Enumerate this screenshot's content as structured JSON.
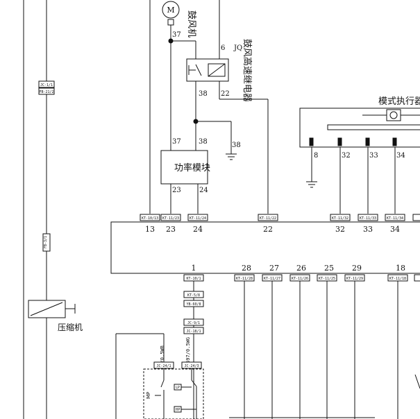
{
  "labels": {
    "blower_motor": "鼓风机",
    "high_speed_relay": "鼓风高速继电器",
    "relay_tag": "JQ",
    "motor_symbol": "M",
    "power_module": "功率模块",
    "mode_actuator": "模式执行器",
    "compressor": "压缩机",
    "mp": "MP",
    "lp": "LP",
    "hp": "HP"
  },
  "wire_numbers": {
    "w37_top": "37",
    "w6": "6",
    "w38_relay": "38",
    "w22_relay": "22",
    "w37_mod": "37",
    "w38_mod": "38",
    "w38_gnd": "38",
    "w23_mod": "23",
    "w24_mod": "24",
    "w8": "8",
    "w32": "32",
    "w33": "33",
    "w34": "34"
  },
  "left_connectors": [
    "JC-1/1",
    "FB-21/2",
    "FB-3/1"
  ],
  "ecu_top_connectors": [
    {
      "tag": "KT-10/13",
      "pin": "13"
    },
    {
      "tag": "KT-11/23",
      "pin": "23"
    },
    {
      "tag": "KT-11/24",
      "pin": "24"
    },
    {
      "tag": "KT-11/22",
      "pin": "22"
    },
    {
      "tag": "KT-11/32",
      "pin": "32"
    },
    {
      "tag": "KT-11/33",
      "pin": "33"
    },
    {
      "tag": "KT-11/34",
      "pin": "34"
    }
  ],
  "ecu_bottom_pins": [
    "1",
    "28",
    "27",
    "26",
    "25",
    "29",
    "18"
  ],
  "ecu_bottom_connectors": [
    "KT-10/1",
    "KT-11/28",
    "KT-11/27",
    "KT-11/26",
    "KT-11/25",
    "KT-11/29",
    "KT-11/18"
  ],
  "chain_connectors": [
    "KT-5/8",
    "YB-60/8",
    "JC-9/1",
    "JC-18/1"
  ],
  "wire_specs": [
    "E2/0.5WB",
    "697/0.5WG"
  ],
  "switch_connectors": [
    "JC-24/1",
    "JC-24/3"
  ]
}
